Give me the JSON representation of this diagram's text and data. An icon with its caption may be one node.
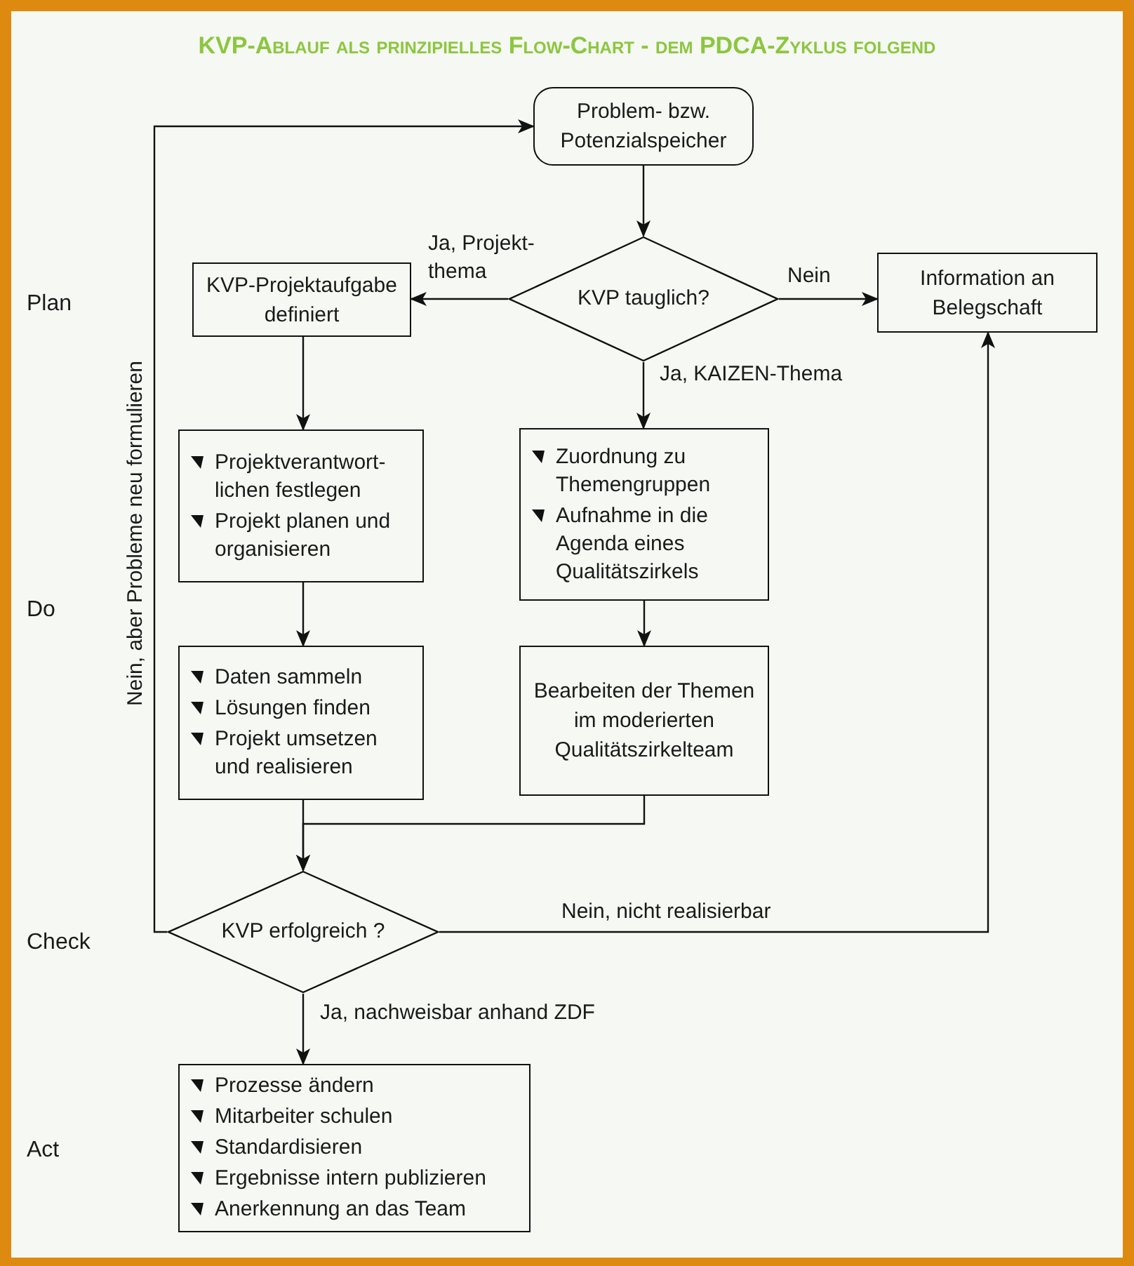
{
  "diagram": {
    "title": "KVP-Ablauf als prinzipielles Flow-Chart - dem PDCA-Zyklus folgend",
    "nodes": [
      {
        "text": [
          "Problem- bzw. Potenzialspeicher"
        ]
      },
      {
        "text": [
          "KVP tauglich?"
        ]
      },
      {
        "text": [
          "KVP-Projektaufgabe definiert"
        ]
      },
      {
        "text": [
          "Information an Belegschaft"
        ]
      },
      {
        "text": [
          "Projektverantwort-lichen festlegen",
          "Projekt planen und organisieren"
        ]
      },
      {
        "text": [
          "Zuordnung zu Themengruppen",
          "Aufnahme in die Agenda eines Qualitätszirkels"
        ]
      },
      {
        "text": [
          "Daten sammeln",
          "Lösungen finden",
          "Projekt umsetzen und realisieren"
        ]
      },
      {
        "text": [
          "Bearbeiten der Themen im moderierten Qualitätszirkelteam"
        ]
      },
      {
        "text": [
          "KVP erfolgreich ?"
        ]
      },
      {
        "text": [
          "Prozesse ändern",
          "Mitarbeiter schulen",
          "Standardisieren",
          "Ergebnisse intern publizieren",
          "Anerkennung an das Team"
        ]
      }
    ],
    "edges": [
      {
        "from": 0,
        "to": 1,
        "arrow": "to"
      },
      {
        "from": 1,
        "to": 2,
        "arrow": "to",
        "label": "Ja, Projekt-thema"
      },
      {
        "from": 1,
        "to": 3,
        "arrow": "to",
        "label": "Nein"
      },
      {
        "from": 1,
        "to": 5,
        "arrow": "to",
        "label": "Ja, KAIZEN-Thema"
      },
      {
        "from": 2,
        "to": 4,
        "arrow": "to"
      },
      {
        "from": 4,
        "to": 6,
        "arrow": "to"
      },
      {
        "from": 5,
        "to": 7,
        "arrow": "to"
      },
      {
        "from": 6,
        "to": 8,
        "arrow": "to"
      },
      {
        "from": 7,
        "to": 8,
        "arrow": "to"
      },
      {
        "from": 8,
        "to": 3,
        "arrow": "to",
        "label": "Nein, nicht realisierbar"
      },
      {
        "from": 8,
        "to": 0,
        "arrow": "to",
        "label": "Nein, aber Probleme neu formulieren"
      },
      {
        "from": 8,
        "to": 9,
        "arrow": "to",
        "label": "Ja, nachweisbar anhand ZDF"
      }
    ],
    "labels": [
      "Plan",
      "Do",
      "Check",
      "Act"
    ]
  }
}
